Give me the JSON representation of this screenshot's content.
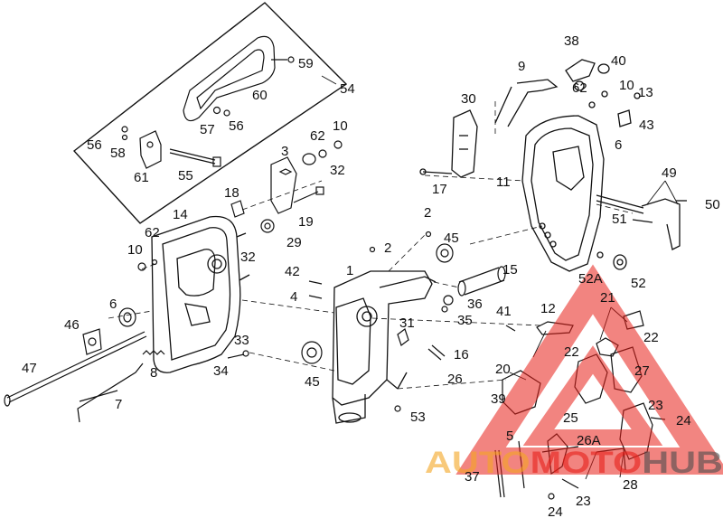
{
  "diagram": {
    "callouts": [
      {
        "id": "c38",
        "text": "38"
      },
      {
        "id": "c40",
        "text": "40"
      },
      {
        "id": "c9",
        "text": "9"
      },
      {
        "id": "c62a",
        "text": "62"
      },
      {
        "id": "c10a",
        "text": "10"
      },
      {
        "id": "c13",
        "text": "13"
      },
      {
        "id": "c43",
        "text": "43"
      },
      {
        "id": "c30",
        "text": "30"
      },
      {
        "id": "c6a",
        "text": "6"
      },
      {
        "id": "c49",
        "text": "49"
      },
      {
        "id": "c11",
        "text": "11"
      },
      {
        "id": "c50",
        "text": "50"
      },
      {
        "id": "c17",
        "text": "17"
      },
      {
        "id": "c51",
        "text": "51"
      },
      {
        "id": "c2a",
        "text": "2"
      },
      {
        "id": "c45a",
        "text": "45"
      },
      {
        "id": "c2b",
        "text": "2"
      },
      {
        "id": "c52a",
        "text": "52A"
      },
      {
        "id": "c52",
        "text": "52"
      },
      {
        "id": "c1",
        "text": "1"
      },
      {
        "id": "c15",
        "text": "15"
      },
      {
        "id": "c12",
        "text": "12"
      },
      {
        "id": "c21",
        "text": "21"
      },
      {
        "id": "c36",
        "text": "36"
      },
      {
        "id": "c41",
        "text": "41"
      },
      {
        "id": "c35",
        "text": "35"
      },
      {
        "id": "c31",
        "text": "31"
      },
      {
        "id": "c22a",
        "text": "22"
      },
      {
        "id": "c22b",
        "text": "22"
      },
      {
        "id": "c16",
        "text": "16"
      },
      {
        "id": "c20",
        "text": "20"
      },
      {
        "id": "c27",
        "text": "27"
      },
      {
        "id": "c26",
        "text": "26"
      },
      {
        "id": "c39",
        "text": "39"
      },
      {
        "id": "c23a",
        "text": "23"
      },
      {
        "id": "c24a",
        "text": "24"
      },
      {
        "id": "c25",
        "text": "25"
      },
      {
        "id": "c5",
        "text": "5"
      },
      {
        "id": "c26A",
        "text": "26A"
      },
      {
        "id": "c37",
        "text": "37"
      },
      {
        "id": "c28",
        "text": "28"
      },
      {
        "id": "c23b",
        "text": "23"
      },
      {
        "id": "c24b",
        "text": "24"
      },
      {
        "id": "c53",
        "text": "53"
      },
      {
        "id": "c45b",
        "text": "45"
      },
      {
        "id": "c54",
        "text": "54"
      },
      {
        "id": "c59",
        "text": "59"
      },
      {
        "id": "c60",
        "text": "60"
      },
      {
        "id": "c57",
        "text": "57"
      },
      {
        "id": "c56a",
        "text": "56"
      },
      {
        "id": "c56b",
        "text": "56"
      },
      {
        "id": "c58",
        "text": "58"
      },
      {
        "id": "c61",
        "text": "61"
      },
      {
        "id": "c55",
        "text": "55"
      },
      {
        "id": "c10b",
        "text": "10"
      },
      {
        "id": "c62b",
        "text": "62"
      },
      {
        "id": "c3",
        "text": "3"
      },
      {
        "id": "c32a",
        "text": "32"
      },
      {
        "id": "c18",
        "text": "18"
      },
      {
        "id": "c19",
        "text": "19"
      },
      {
        "id": "c14",
        "text": "14"
      },
      {
        "id": "c29",
        "text": "29"
      },
      {
        "id": "c62c",
        "text": "62"
      },
      {
        "id": "c10c",
        "text": "10"
      },
      {
        "id": "c32b",
        "text": "32"
      },
      {
        "id": "c42",
        "text": "42"
      },
      {
        "id": "c4",
        "text": "4"
      },
      {
        "id": "c6b",
        "text": "6"
      },
      {
        "id": "c46",
        "text": "46"
      },
      {
        "id": "c33",
        "text": "33"
      },
      {
        "id": "c34",
        "text": "34"
      },
      {
        "id": "c47",
        "text": "47"
      },
      {
        "id": "c8",
        "text": "8"
      },
      {
        "id": "c7",
        "text": "7"
      }
    ]
  },
  "watermark": {
    "brand_text": "AUTOMOTOHUB",
    "colors": {
      "triangle": "#e8201a",
      "orange": "#f5a623",
      "red": "#e8201a",
      "gray": "#4d4d4d"
    }
  }
}
